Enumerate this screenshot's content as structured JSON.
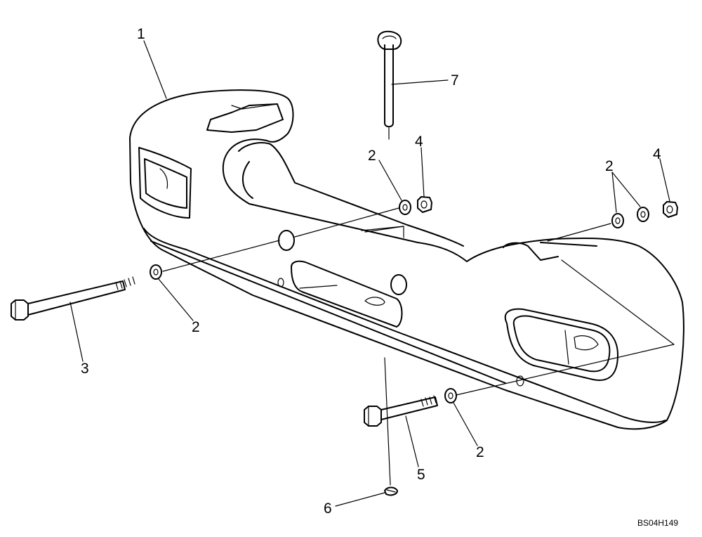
{
  "diagram": {
    "drawing_code": "BS04H149",
    "callouts": [
      {
        "id": "c1",
        "label": "1"
      },
      {
        "id": "c7",
        "label": "7"
      },
      {
        "id": "c2a",
        "label": "2"
      },
      {
        "id": "c4a",
        "label": "4"
      },
      {
        "id": "c2b",
        "label": "2"
      },
      {
        "id": "c4b",
        "label": "4"
      },
      {
        "id": "c2c",
        "label": "2"
      },
      {
        "id": "c3",
        "label": "3"
      },
      {
        "id": "c2d",
        "label": "2"
      },
      {
        "id": "c5",
        "label": "5"
      },
      {
        "id": "c6",
        "label": "6"
      }
    ]
  }
}
